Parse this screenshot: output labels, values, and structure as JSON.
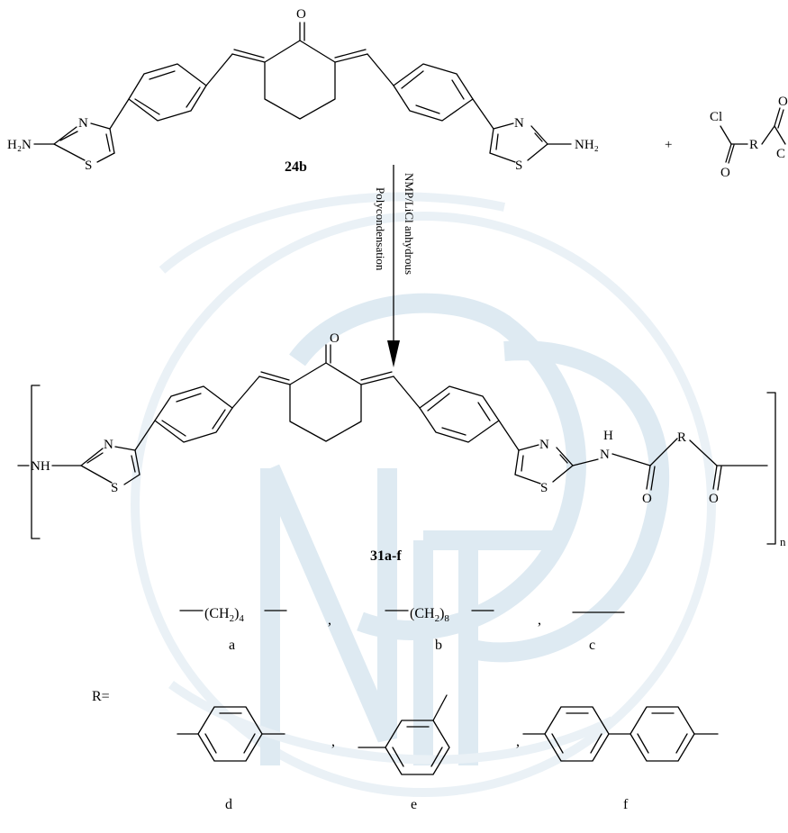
{
  "reactant": {
    "compound_label": "24b",
    "ketone_o": "O",
    "left_amine": "H₂N",
    "right_amine": "NH₂",
    "thiazole_n": "N",
    "thiazole_s": "S",
    "plus": "+",
    "diacid_cl": "Cl",
    "diacid_r": "R",
    "diacid_end": "C",
    "diacid_o": "O"
  },
  "conditions": {
    "line1": "NMP/LiCl anhydrous",
    "line2": "Polycondensation"
  },
  "polymer": {
    "compound_label": "31a-f",
    "ketone_o": "O",
    "nh_left": "NH",
    "thiazole_n": "N",
    "thiazole_s": "S",
    "amide_h": "H",
    "amide_n": "N",
    "amide_r": "R",
    "amide_o": "O",
    "repeat": "n"
  },
  "r_groups": {
    "prefix": "R=",
    "sep": ",",
    "a": {
      "label": "a",
      "formula_open": "(CH",
      "sub": "2",
      "close": ")",
      "count": "4"
    },
    "b": {
      "label": "b",
      "formula_open": "(CH",
      "sub": "2",
      "close": ")",
      "count": "8"
    },
    "c": {
      "label": "c"
    },
    "d": {
      "label": "d"
    },
    "e": {
      "label": "e"
    },
    "f": {
      "label": "f"
    }
  }
}
